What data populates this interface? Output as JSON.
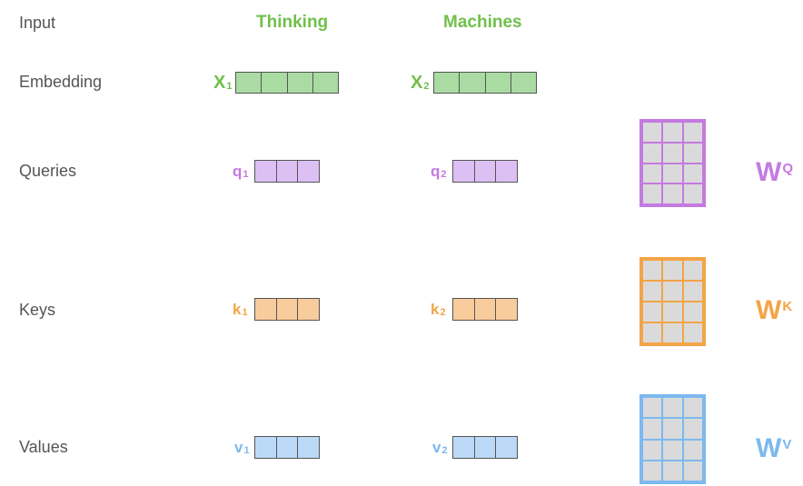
{
  "rows": {
    "input": "Input",
    "embedding": "Embedding",
    "queries": "Queries",
    "keys": "Keys",
    "values": "Values"
  },
  "words": [
    "Thinking",
    "Machines"
  ],
  "embedding_labels": [
    {
      "base": "X",
      "sub": "1"
    },
    {
      "base": "X",
      "sub": "2"
    }
  ],
  "query_labels": [
    {
      "base": "q",
      "sub": "1"
    },
    {
      "base": "q",
      "sub": "2"
    }
  ],
  "key_labels": [
    {
      "base": "k",
      "sub": "1"
    },
    {
      "base": "k",
      "sub": "2"
    }
  ],
  "value_labels": [
    {
      "base": "v",
      "sub": "1"
    },
    {
      "base": "v",
      "sub": "2"
    }
  ],
  "weights": {
    "query": {
      "base": "W",
      "sup": "Q"
    },
    "key": {
      "base": "W",
      "sup": "K"
    },
    "value": {
      "base": "W",
      "sup": "V"
    }
  },
  "colors": {
    "green": "#70c04a",
    "green_fill": "#a9dba3",
    "purple": "#c37be0",
    "purple_fill": "#dcbff3",
    "orange": "#f3a447",
    "orange_fill": "#f8cc9c",
    "blue": "#7cb9ee",
    "blue_fill": "#bcd9f7",
    "matrix_fill": "#dadada"
  }
}
